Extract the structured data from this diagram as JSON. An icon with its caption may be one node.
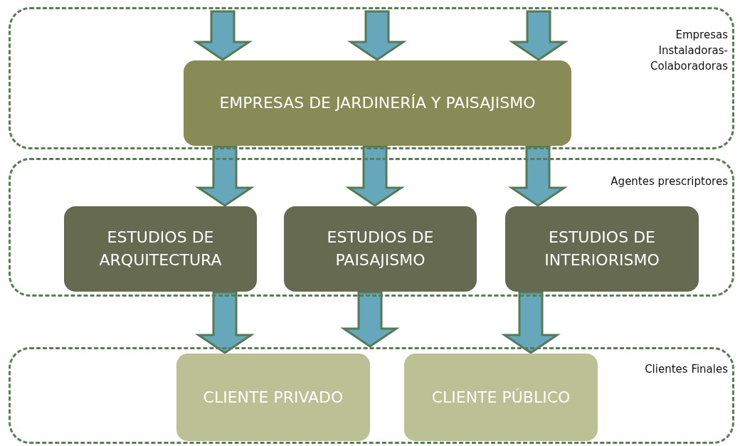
{
  "diagram": {
    "nodes": [
      {
        "text": [
          "Empresas Instaladoras-Colaboradoras"
        ]
      },
      {
        "text": [
          "EMPRESAS DE JARDINERÍA Y PAISAJISMO"
        ],
        "in": 0
      },
      {
        "text": [
          "Agentes prescriptores"
        ]
      },
      {
        "text": [
          "ESTUDIOS DE ARQUITECTURA"
        ],
        "in": 2
      },
      {
        "text": [
          "ESTUDIOS DE PAISAJISMO"
        ],
        "in": 2
      },
      {
        "text": [
          "ESTUDIOS DE INTERIORISMO"
        ],
        "in": 2
      },
      {
        "text": [
          "Clientes Finales"
        ]
      },
      {
        "text": [
          "CLIENTE PRIVADO"
        ],
        "in": 6
      },
      {
        "text": [
          "CLIENTE PÚBLICO"
        ],
        "in": 6
      }
    ],
    "edges": [
      {
        "from": null,
        "to": 1,
        "arrow": "to"
      },
      {
        "from": null,
        "to": 1,
        "arrow": "to"
      },
      {
        "from": null,
        "to": 1,
        "arrow": "to"
      },
      {
        "from": 1,
        "to": 3,
        "arrow": "to"
      },
      {
        "from": 1,
        "to": 4,
        "arrow": "to"
      },
      {
        "from": 1,
        "to": 5,
        "arrow": "to"
      },
      {
        "from": 3,
        "to": 7,
        "arrow": "to"
      },
      {
        "from": 4,
        "to": 6,
        "arrow": "to"
      },
      {
        "from": 5,
        "to": 8,
        "arrow": "to"
      }
    ]
  }
}
